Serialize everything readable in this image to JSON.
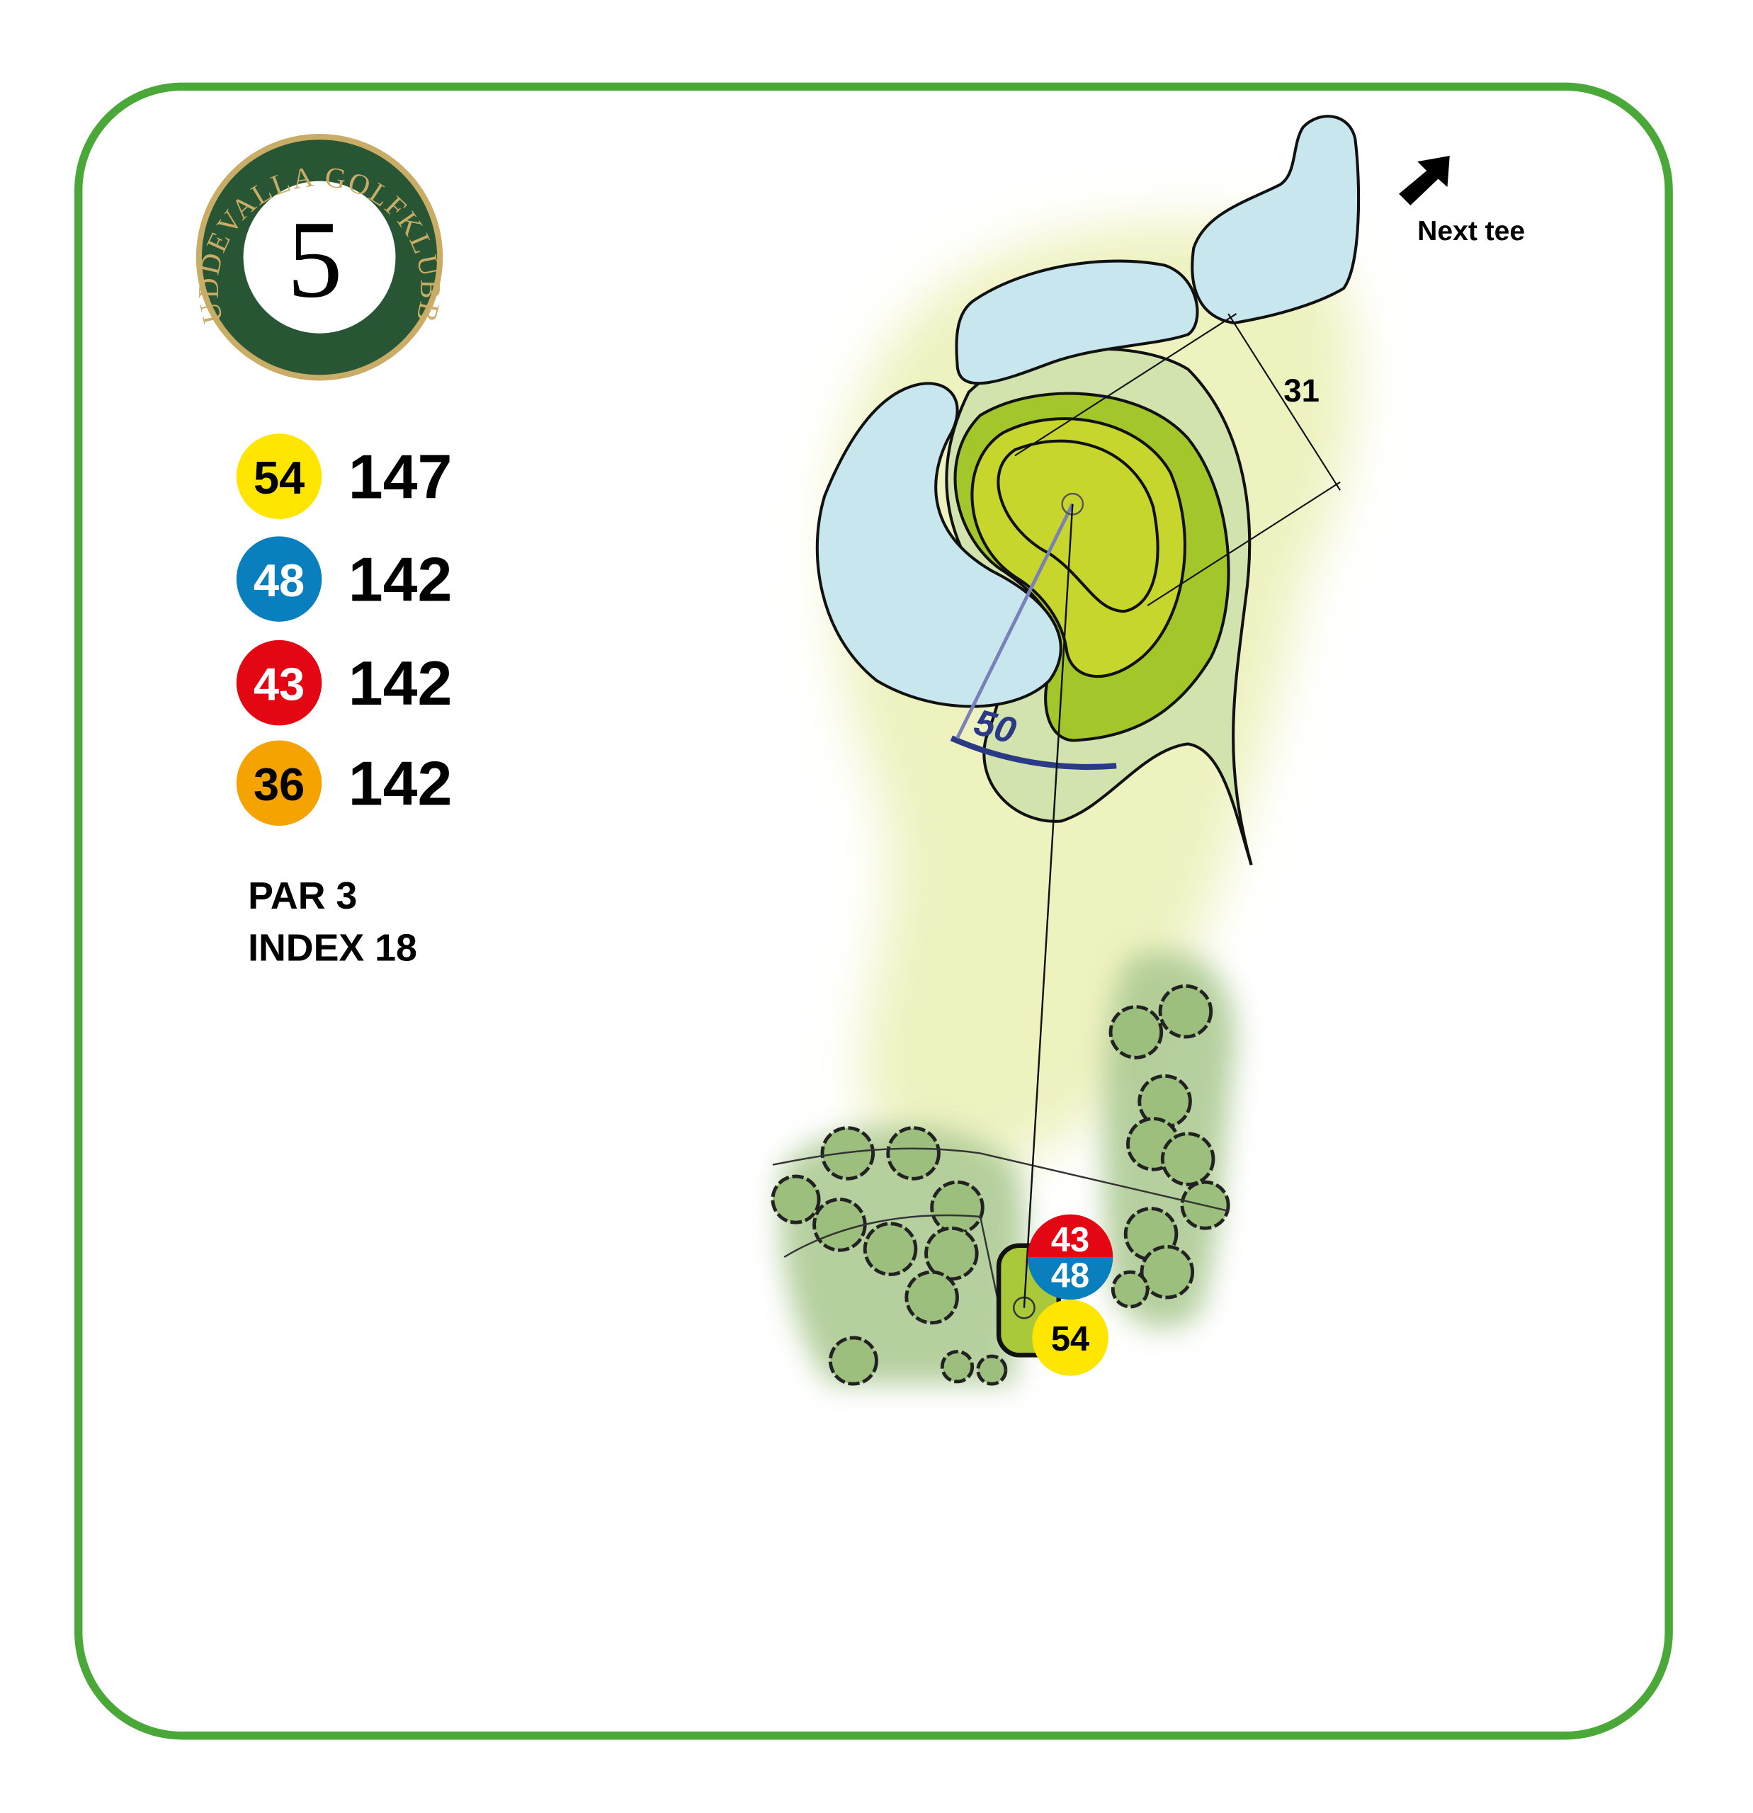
{
  "hole": {
    "number": "5",
    "club_name": "UDDEVALLA GOLFKLUBB",
    "par_label": "PAR 3",
    "index_label": "INDEX 18"
  },
  "tees": [
    {
      "tee": "54",
      "length": "147",
      "color": "#ffe600",
      "text_color": "#000000"
    },
    {
      "tee": "48",
      "length": "142",
      "color": "#0a7fbd",
      "text_color": "#ffffff"
    },
    {
      "tee": "43",
      "length": "142",
      "color": "#e30613",
      "text_color": "#ffffff"
    },
    {
      "tee": "36",
      "length": "142",
      "color": "#f5a300",
      "text_color": "#000000"
    }
  ],
  "map": {
    "next_tee_label": "Next tee",
    "green_depth": "31",
    "carry_distance": "50",
    "tee_markers": {
      "red": "43",
      "blue": "48",
      "yellow": "54"
    }
  },
  "colors": {
    "frame": "#4aa838",
    "logo_green": "#285634",
    "logo_gold": "#c9ad67",
    "water": "#c8e6ee",
    "fairway": "#c5dca0",
    "green": "#c5d62a",
    "rough": "#eef2c0",
    "trees": "#9cbf7e"
  }
}
